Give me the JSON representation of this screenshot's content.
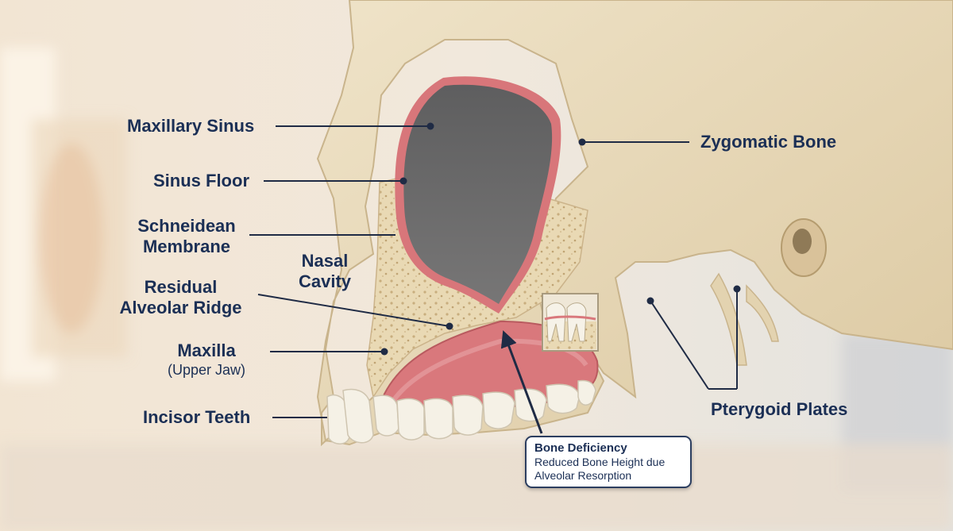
{
  "labels": {
    "maxillary_sinus": "Maxillary Sinus",
    "sinus_floor": "Sinus Floor",
    "schneidean_line1": "Schneidean",
    "schneidean_line2": "Membrane",
    "nasal_line1": "Nasal",
    "nasal_line2": "Cavity",
    "residual_line1": "Residual",
    "residual_line2": "Alveolar Ridge",
    "maxilla": "Maxilla",
    "maxilla_sub": "(Upper Jaw)",
    "incisor_teeth": "Incisor Teeth",
    "zygomatic_bone": "Zygomatic Bone",
    "pterygoid_plates": "Pterygoid Plates"
  },
  "callout": {
    "title": "Bone Deficiency",
    "line1": "Reduced Bone Height due",
    "line2": "Alveolar Resorption"
  },
  "colors": {
    "label_text": "#1b2f55",
    "leader_line": "#1f2b45",
    "bone": "#e7d7b6",
    "sinus_cavity": "#6c6b6b",
    "membrane": "#d8767a",
    "gum": "#d9787c",
    "teeth": "#f5f1e6"
  }
}
